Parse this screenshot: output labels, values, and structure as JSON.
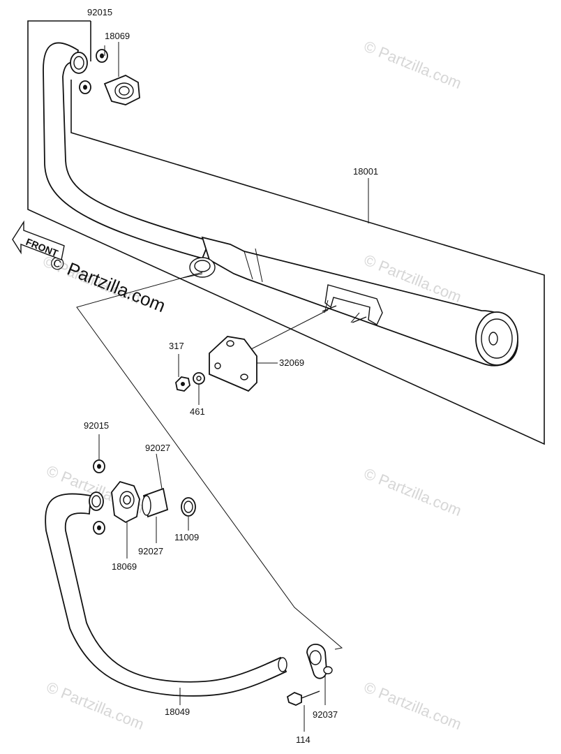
{
  "watermarks": [
    "© Partzilla.com",
    "© Partzilla.com",
    "© Partzilla.com",
    "© Partzilla.com",
    "© Partzilla.com",
    "© Partzilla.com",
    "© Partzilla.com"
  ],
  "main_watermark": "© Partzilla.com",
  "front_label": "FRONT",
  "labels": {
    "p92015_top": "92015",
    "p18069_top": "18069",
    "p18001": "18001",
    "p317": "317",
    "p32069": "32069",
    "p461": "461",
    "p92015_mid": "92015",
    "p92027_top": "92027",
    "p92027_bot": "92027",
    "p11009": "11009",
    "p18069_bot": "18069",
    "p18049": "18049",
    "p92037": "92037",
    "p114": "114"
  }
}
